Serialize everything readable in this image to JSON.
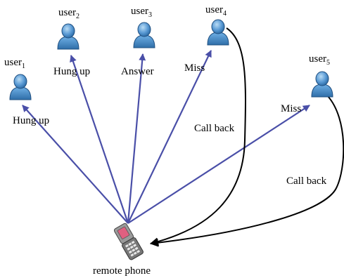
{
  "users": [
    {
      "name": "user",
      "sub": "1",
      "status": "Hung up"
    },
    {
      "name": "user",
      "sub": "2",
      "status": "Hung up"
    },
    {
      "name": "user",
      "sub": "3",
      "status": "Answer"
    },
    {
      "name": "user",
      "sub": "4",
      "status": "Miss"
    },
    {
      "name": "user",
      "sub": "5",
      "status": "Miss"
    }
  ],
  "callbacks": [
    {
      "label": "Call back"
    },
    {
      "label": "Call back"
    }
  ],
  "phone": {
    "label": "remote phone"
  },
  "colors": {
    "edge": "#4a4fa8",
    "callback": "#000000",
    "user_icon": "#5b9bd5",
    "phone_screen": "#e06080"
  }
}
